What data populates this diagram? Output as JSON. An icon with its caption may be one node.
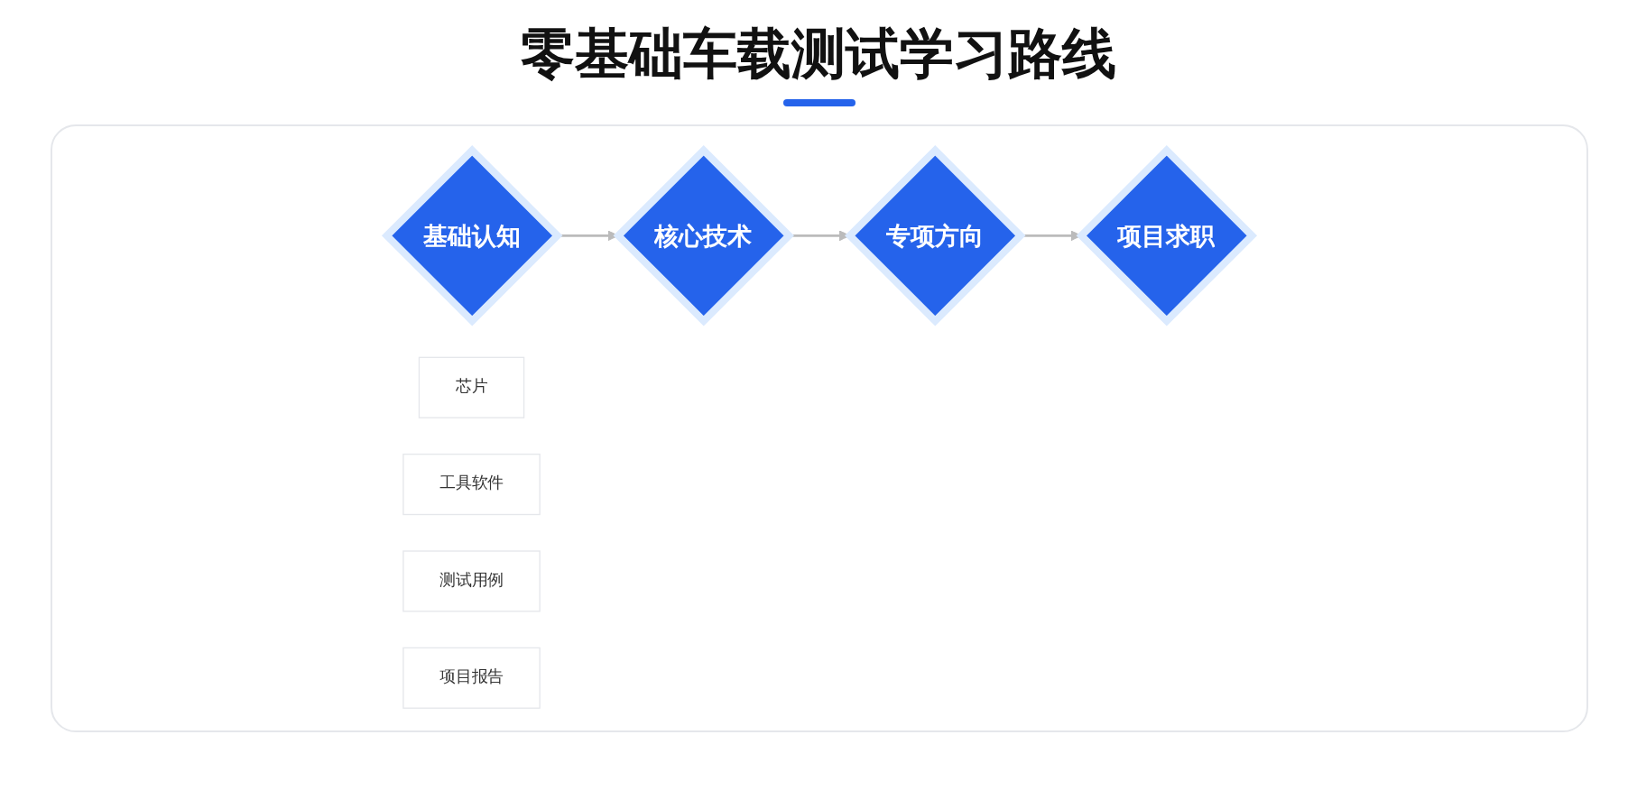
{
  "diagram": {
    "title": "零基础车载测试学习路线",
    "nodes": [
      {
        "text": [
          "基础认知"
        ]
      },
      {
        "text": [
          "核心技术"
        ]
      },
      {
        "text": [
          "专项方向"
        ]
      },
      {
        "text": [
          "项目求职"
        ]
      },
      {
        "text": [
          "芯片"
        ]
      },
      {
        "text": [
          "工具软件"
        ]
      },
      {
        "text": [
          "测试用例"
        ]
      },
      {
        "text": [
          "项目报告"
        ]
      }
    ],
    "edges": [
      {
        "from": 0,
        "to": 1,
        "arrow": "to"
      },
      {
        "from": 1,
        "to": 2,
        "arrow": "to"
      },
      {
        "from": 2,
        "to": 3,
        "arrow": "to"
      }
    ]
  }
}
